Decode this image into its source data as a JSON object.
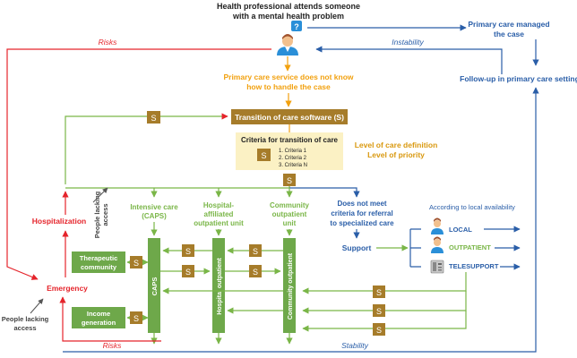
{
  "title": {
    "line1": "Health professional attends someone",
    "line2": "with a mental health problem"
  },
  "question_mark": "?",
  "primary_care_managed": {
    "line1": "Primary care managed",
    "line2": "the case"
  },
  "followup": "Follow-up in primary care setting",
  "instability": "Instability",
  "risks_top": "Risks",
  "pc_unknown": {
    "line1": "Primary care service does not know",
    "line2": "how to handle the case"
  },
  "software": "Transition of care software (S)",
  "criteria": {
    "title": "Criteria for transition of care",
    "items": [
      "1. Criteria 1",
      "2. Criteria 2",
      "3. Criteria N"
    ]
  },
  "level": {
    "line1": "Level of care definition",
    "line2": "Level of priority"
  },
  "s_label": "S",
  "people_lacking_vertical": {
    "line1": "People lacking",
    "line2": "access"
  },
  "hospitalization": "Hospitalization",
  "emergency": "Emergency",
  "people_lacking_bottom": {
    "line1": "People lacking",
    "line2": "access"
  },
  "services": {
    "caps": {
      "line1": "Intensive care",
      "line2": "(CAPS)"
    },
    "hospital": {
      "line1": "Hospital-",
      "line2": "affiliated",
      "line3": "outpatient unit"
    },
    "community": {
      "line1": "Community",
      "line2": "outpatient",
      "line3": "unit"
    },
    "not_meet": {
      "line1": "Does not meet",
      "line2": "criteria for referral",
      "line3": "to specialized care"
    }
  },
  "support": "Support",
  "local_availability": "According to local availability",
  "options": {
    "local": "LOCAL",
    "outpatient": "OUTPATIENT",
    "telesupport": "TELESUPPORT"
  },
  "therapeutic": {
    "line1": "Therapeutic",
    "line2": "community"
  },
  "income": {
    "line1": "Income",
    "line2": "generation"
  },
  "bars": {
    "caps": "CAPS",
    "hospital": "Hospital outpatient",
    "community": "Community outpatient"
  },
  "risks_bottom": "Risks",
  "stability": "Stability",
  "colors": {
    "red": "#e5242b",
    "blue": "#2a5ea8",
    "orange": "#f2a10f",
    "green": "#7ab648",
    "brown": "#a67c2a",
    "box_green": "#6ea84a",
    "criteria_bg": "#fbf1c4",
    "label_orange": "#d9980e"
  }
}
